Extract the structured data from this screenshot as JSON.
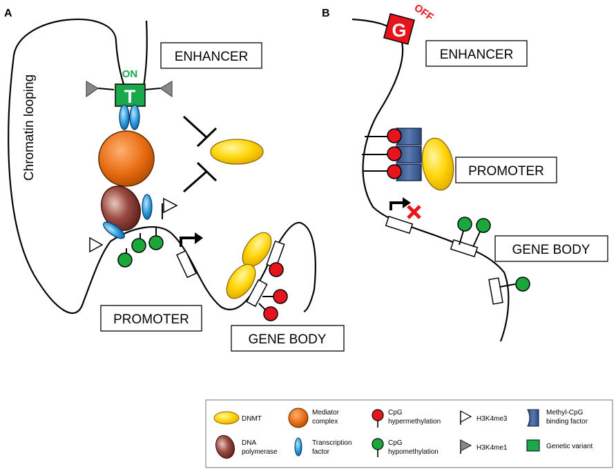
{
  "panels": {
    "a": {
      "letter": "A"
    },
    "b": {
      "letter": "B"
    }
  },
  "labels": {
    "enhancer_a": "ENHANCER",
    "promoter_a": "PROMOTER",
    "gene_body_a": "GENE BODY",
    "chromatin_looping": "Chromatin looping",
    "on": "ON",
    "variant_t": "T",
    "enhancer_b": "ENHANCER",
    "promoter_b": "PROMOTER",
    "gene_body_b": "GENE BODY",
    "off": "OFF",
    "variant_g": "G"
  },
  "legend": {
    "dnmt": "DNMT",
    "mediator_1": "Mediator",
    "mediator_2": "complex",
    "cpg_hyper_1": "CpG",
    "cpg_hyper_2": "hypermethylation",
    "h3k4me3": "H3K4me3",
    "methyl_binding_1": "Methyl-CpG",
    "methyl_binding_2": "binding factor",
    "dna_pol_1": "DNA",
    "dna_pol_2": "polymerase",
    "tf_1": "Transcription",
    "tf_2": "factor",
    "cpg_hypo_1": "CpG",
    "cpg_hypo_2": "hypomethylation",
    "h3k4me1": "H3K4me1",
    "genetic_variant": "Genetic variant"
  },
  "colors": {
    "dnmt": "#f5c400",
    "mediator": "#e06a10",
    "polymerase": "#8a3a30",
    "tf": "#2a9ad8",
    "hyper": "#e8141c",
    "hypo": "#1aa83a",
    "variant": "#1aa84a",
    "mbd": "#3c5a8c",
    "off": "#e8141c",
    "on": "#1aa84a"
  }
}
